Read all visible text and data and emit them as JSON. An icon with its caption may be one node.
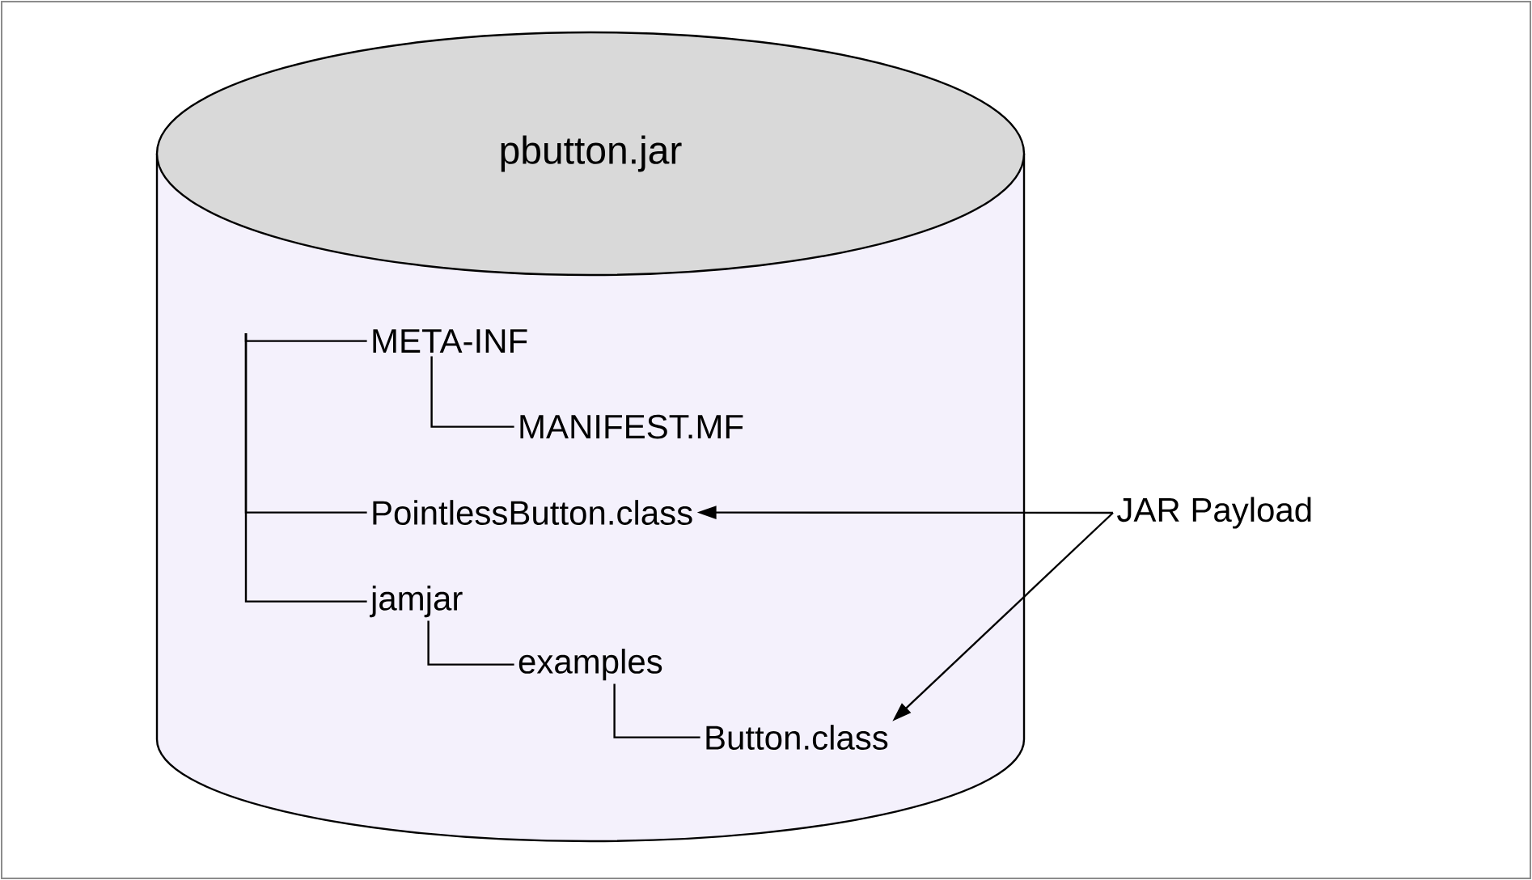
{
  "diagram": {
    "nodes": [
      {
        "text": [
          "pbutton.jar"
        ]
      },
      {
        "text": [
          "META-INF"
        ],
        "in": 0
      },
      {
        "text": [
          "MANIFEST.MF"
        ],
        "in": 0
      },
      {
        "text": [
          "PointlessButton.class"
        ],
        "in": 0
      },
      {
        "text": [
          "jamjar"
        ],
        "in": 0
      },
      {
        "text": [
          "examples"
        ],
        "in": 0
      },
      {
        "text": [
          "Button.class"
        ],
        "in": 0
      },
      {
        "text": [
          "JAR Payload"
        ]
      }
    ],
    "edges": [
      {
        "from": null,
        "to": 1,
        "arrow": "none"
      },
      {
        "from": null,
        "to": 3,
        "arrow": "none"
      },
      {
        "from": null,
        "to": 4,
        "arrow": "none"
      },
      {
        "from": 1,
        "to": 2,
        "arrow": "none"
      },
      {
        "from": 4,
        "to": 5,
        "arrow": "none"
      },
      {
        "from": 5,
        "to": 6,
        "arrow": "none"
      },
      {
        "from": 7,
        "to": 3,
        "arrow": "to"
      },
      {
        "from": 7,
        "to": 6,
        "arrow": "to"
      }
    ]
  }
}
